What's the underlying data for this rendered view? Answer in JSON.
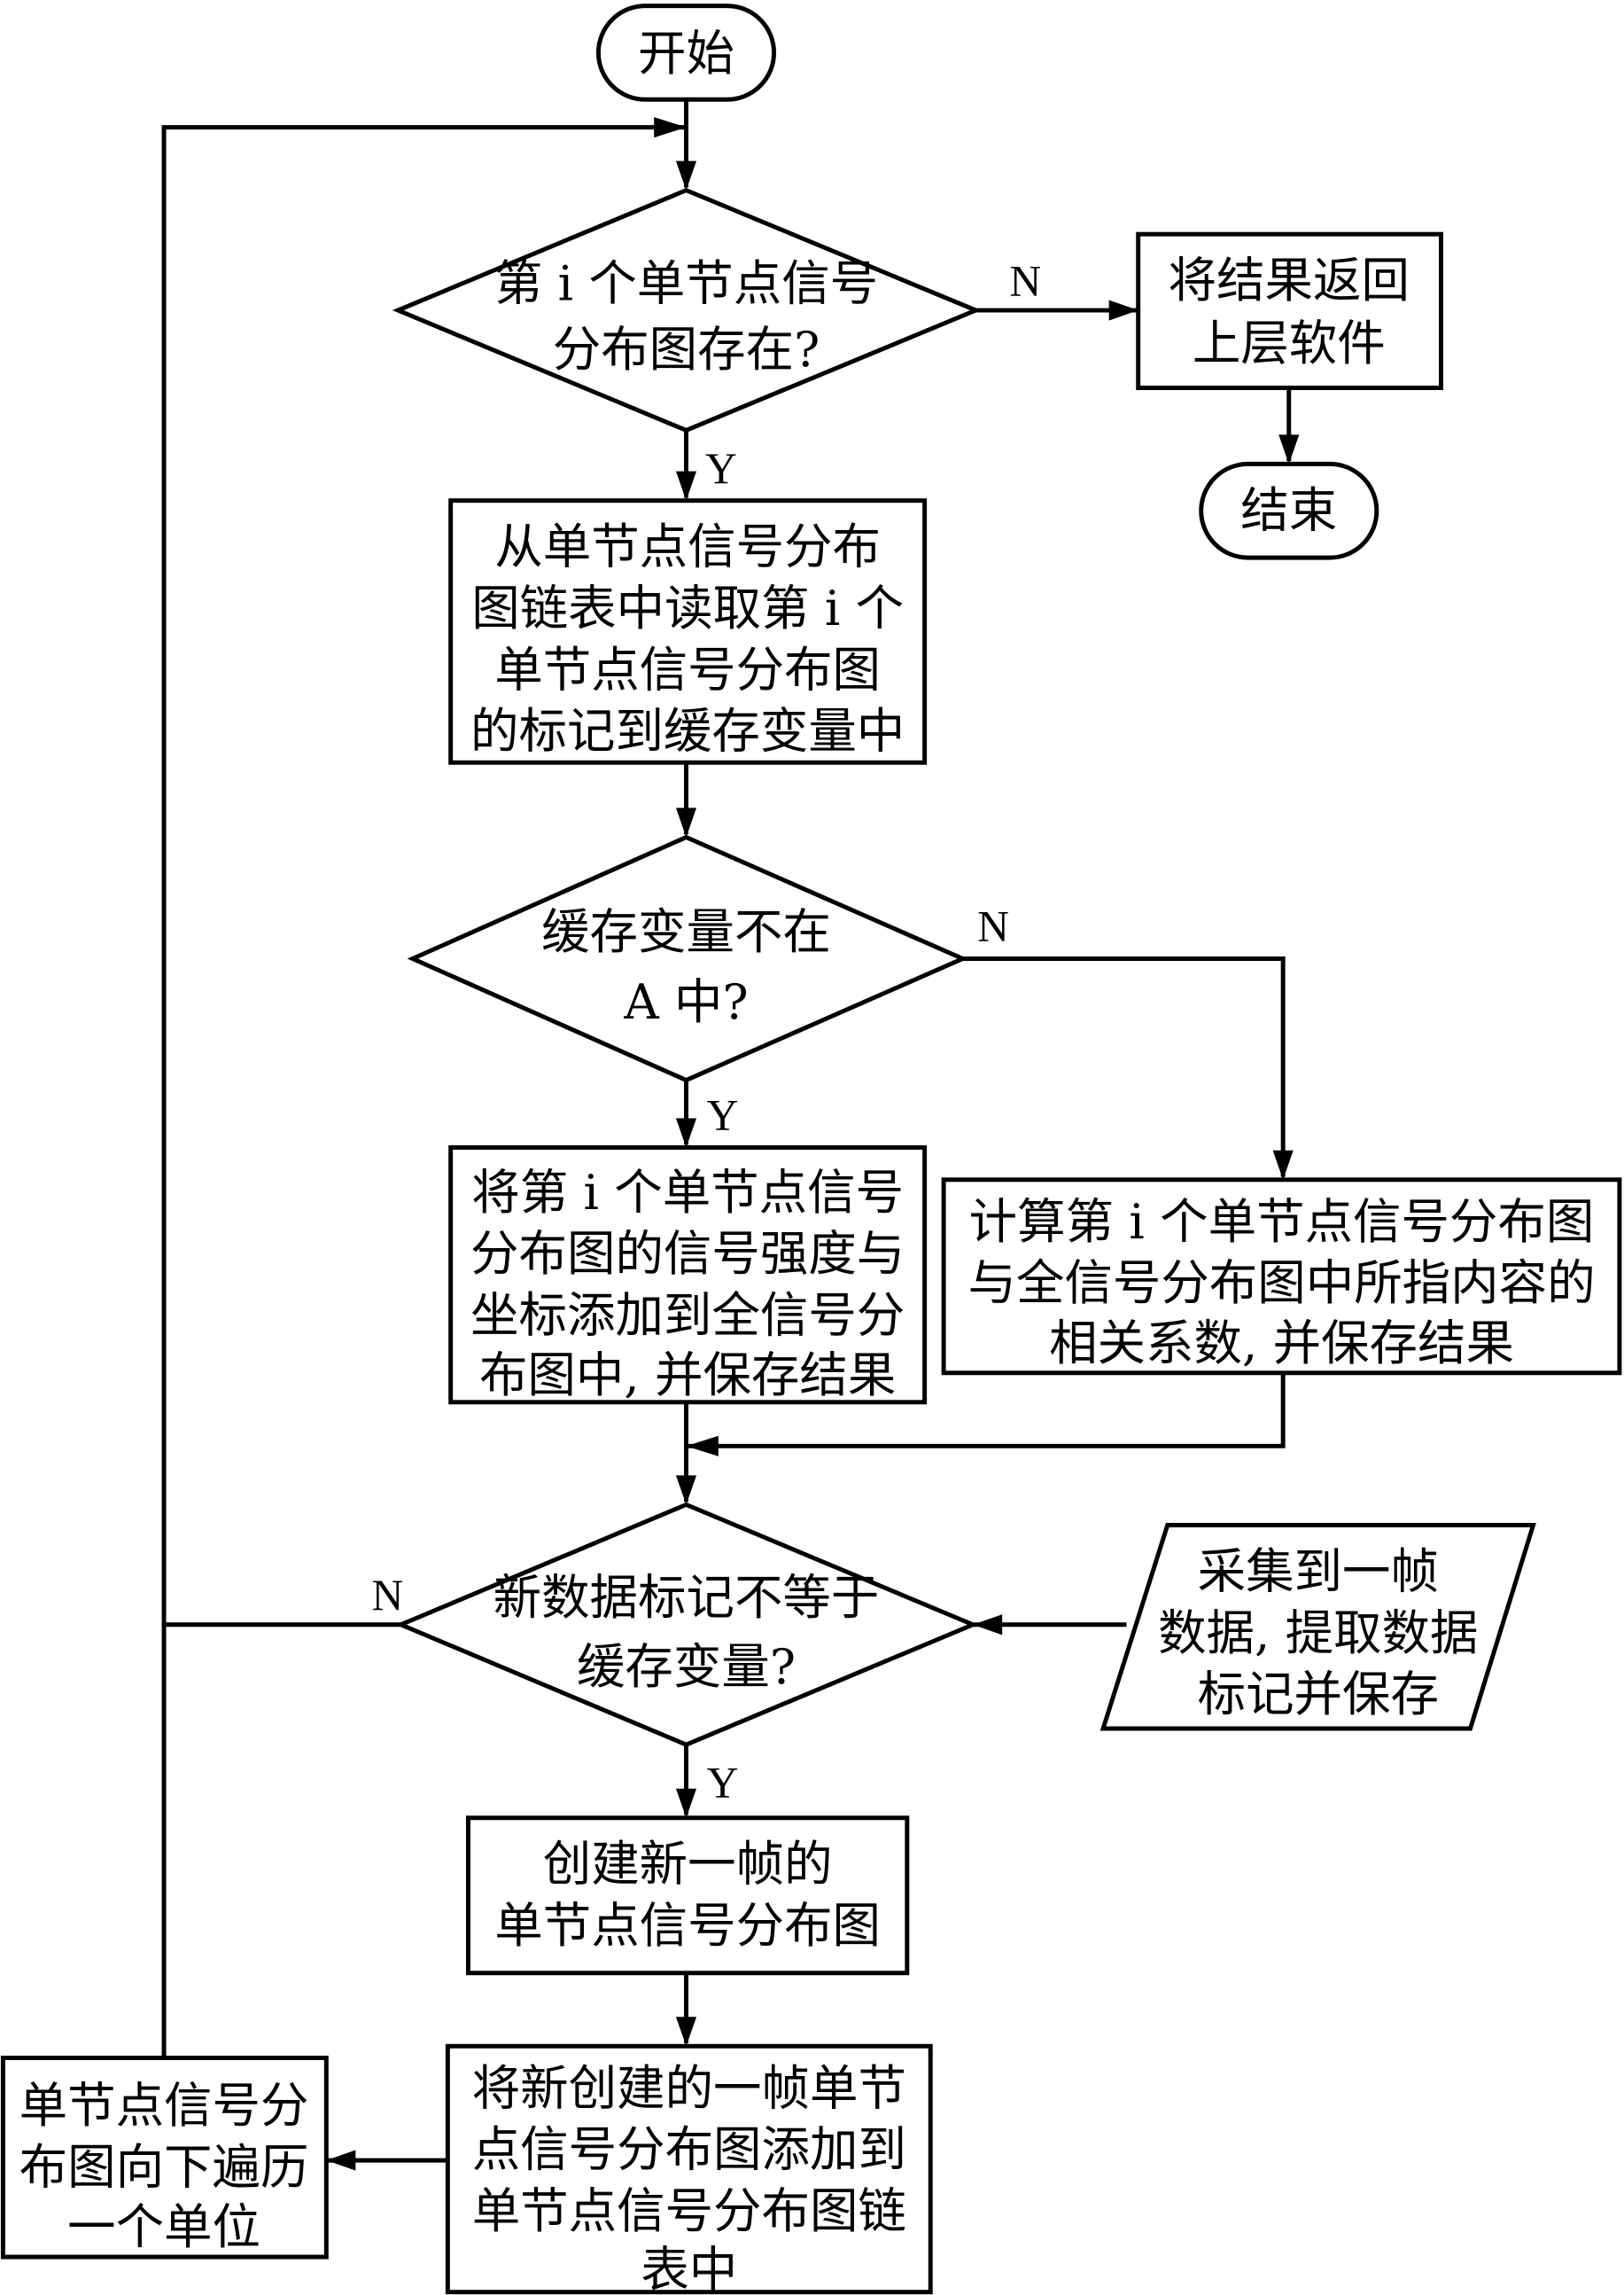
{
  "diagram": {
    "type": "flowchart",
    "nodes": {
      "start": {
        "lines": [
          "开始"
        ]
      },
      "decision1": {
        "lines": [
          "第 i 个单节点信号",
          "分布图存在?"
        ]
      },
      "return_box": {
        "lines": [
          "将结果返回",
          "上层软件"
        ]
      },
      "end": {
        "lines": [
          "结束"
        ]
      },
      "read_box": {
        "lines": [
          "从单节点信号分布",
          "图链表中读取第 i 个",
          "单节点信号分布图",
          "的标记到缓存变量中"
        ]
      },
      "decision2": {
        "lines": [
          "缓存变量不在",
          "A 中?"
        ]
      },
      "add_box": {
        "lines": [
          "将第 i 个单节点信号",
          "分布图的信号强度与",
          "坐标添加到全信号分",
          "布图中, 并保存结果"
        ]
      },
      "calc_box": {
        "lines": [
          "计算第 i 个单节点信号分布图",
          "与全信号分布图中所指内容的",
          "相关系数, 并保存结果"
        ]
      },
      "decision3": {
        "lines": [
          "新数据标记不等于",
          "缓存变量?"
        ]
      },
      "input_box": {
        "lines": [
          "采集到一帧",
          "数据, 提取数据",
          "标记并保存"
        ]
      },
      "create_box": {
        "lines": [
          "创建新一帧的",
          "单节点信号分布图"
        ]
      },
      "append_box": {
        "lines": [
          "将新创建的一帧单节",
          "点信号分布图添加到",
          "单节点信号分布图链",
          "表中"
        ]
      },
      "traverse_box": {
        "lines": [
          "单节点信号分",
          "布图向下遍历",
          "一个单位"
        ]
      }
    },
    "edge_labels": {
      "d1_no": "N",
      "d1_yes": "Y",
      "d2_no": "N",
      "d2_yes": "Y",
      "d3_no": "N",
      "d3_yes": "Y"
    }
  }
}
